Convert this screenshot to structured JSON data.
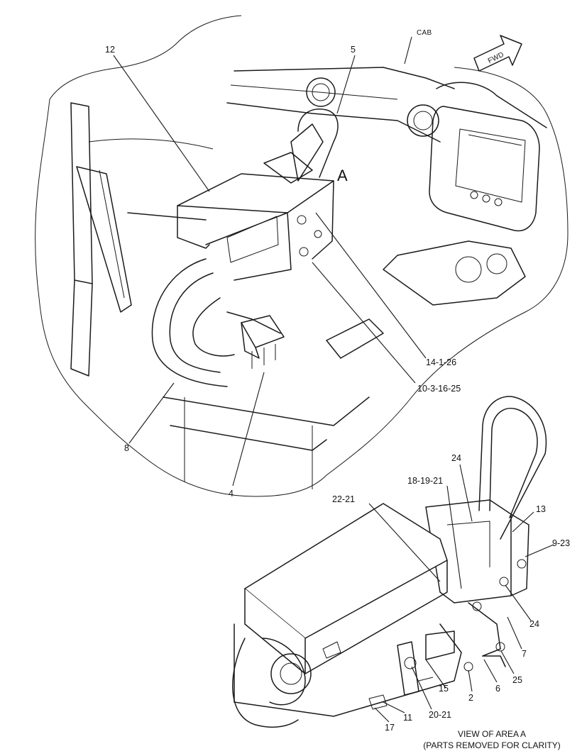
{
  "callouts": {
    "cab": "CAB",
    "fwd": "FWD",
    "area_marker": "A",
    "n12": "12",
    "n5": "5",
    "n14_1_26": "14-1-26",
    "n10_3_16_25": "10-3-16-25",
    "n8": "8",
    "n4": "4",
    "n24_top": "24",
    "n18_19_21": "18-19-21",
    "n22_21": "22-21",
    "n13": "13",
    "n9_23": "9-23",
    "n24_right": "24",
    "n7": "7",
    "n25": "25",
    "n6": "6",
    "n2": "2",
    "n15": "15",
    "n20_21": "20-21",
    "n11": "11",
    "n17": "17"
  },
  "caption": {
    "line1": "VIEW OF AREA A",
    "line2": "(PARTS REMOVED FOR CLARITY)"
  }
}
